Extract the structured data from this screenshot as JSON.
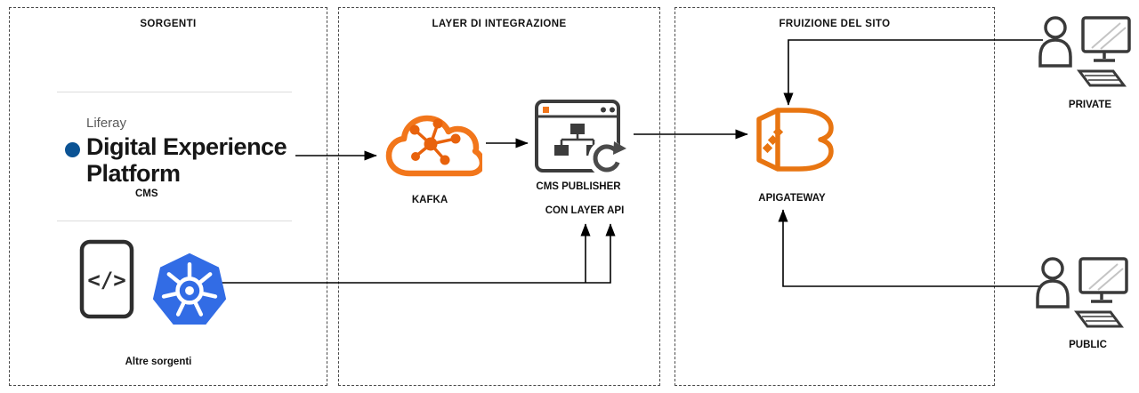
{
  "sections": [
    {
      "title": "SORGENTI"
    },
    {
      "title": "LAYER DI INTEGRAZIONE"
    },
    {
      "title": "FRUIZIONE DEL SITO"
    }
  ],
  "sorgenti": {
    "liferay": {
      "brand": "Liferay",
      "title_line1": "Digital Experience",
      "title_line2": "Platform",
      "caption": "CMS"
    },
    "code_file_glyph": "</>",
    "other_sources_label": "Altre sorgenti"
  },
  "integrazione": {
    "kafka_label": "KAFKA",
    "cms_publisher_label": "CMS PUBLISHER",
    "cms_publisher_sublabel": "CON LAYER API"
  },
  "fruizione": {
    "api_gateway_label": "APIGATEWAY"
  },
  "actors": {
    "private_label": "PRIVATE",
    "public_label": "PUBLIC"
  },
  "colors": {
    "orange": "#F2761B",
    "dark_orange_nodes": "#E8620C",
    "kubernetes_blue": "#326CE5",
    "liferay_blue": "#0B5394",
    "icon_gray": "#3C3C3C",
    "line_black": "#000000"
  }
}
